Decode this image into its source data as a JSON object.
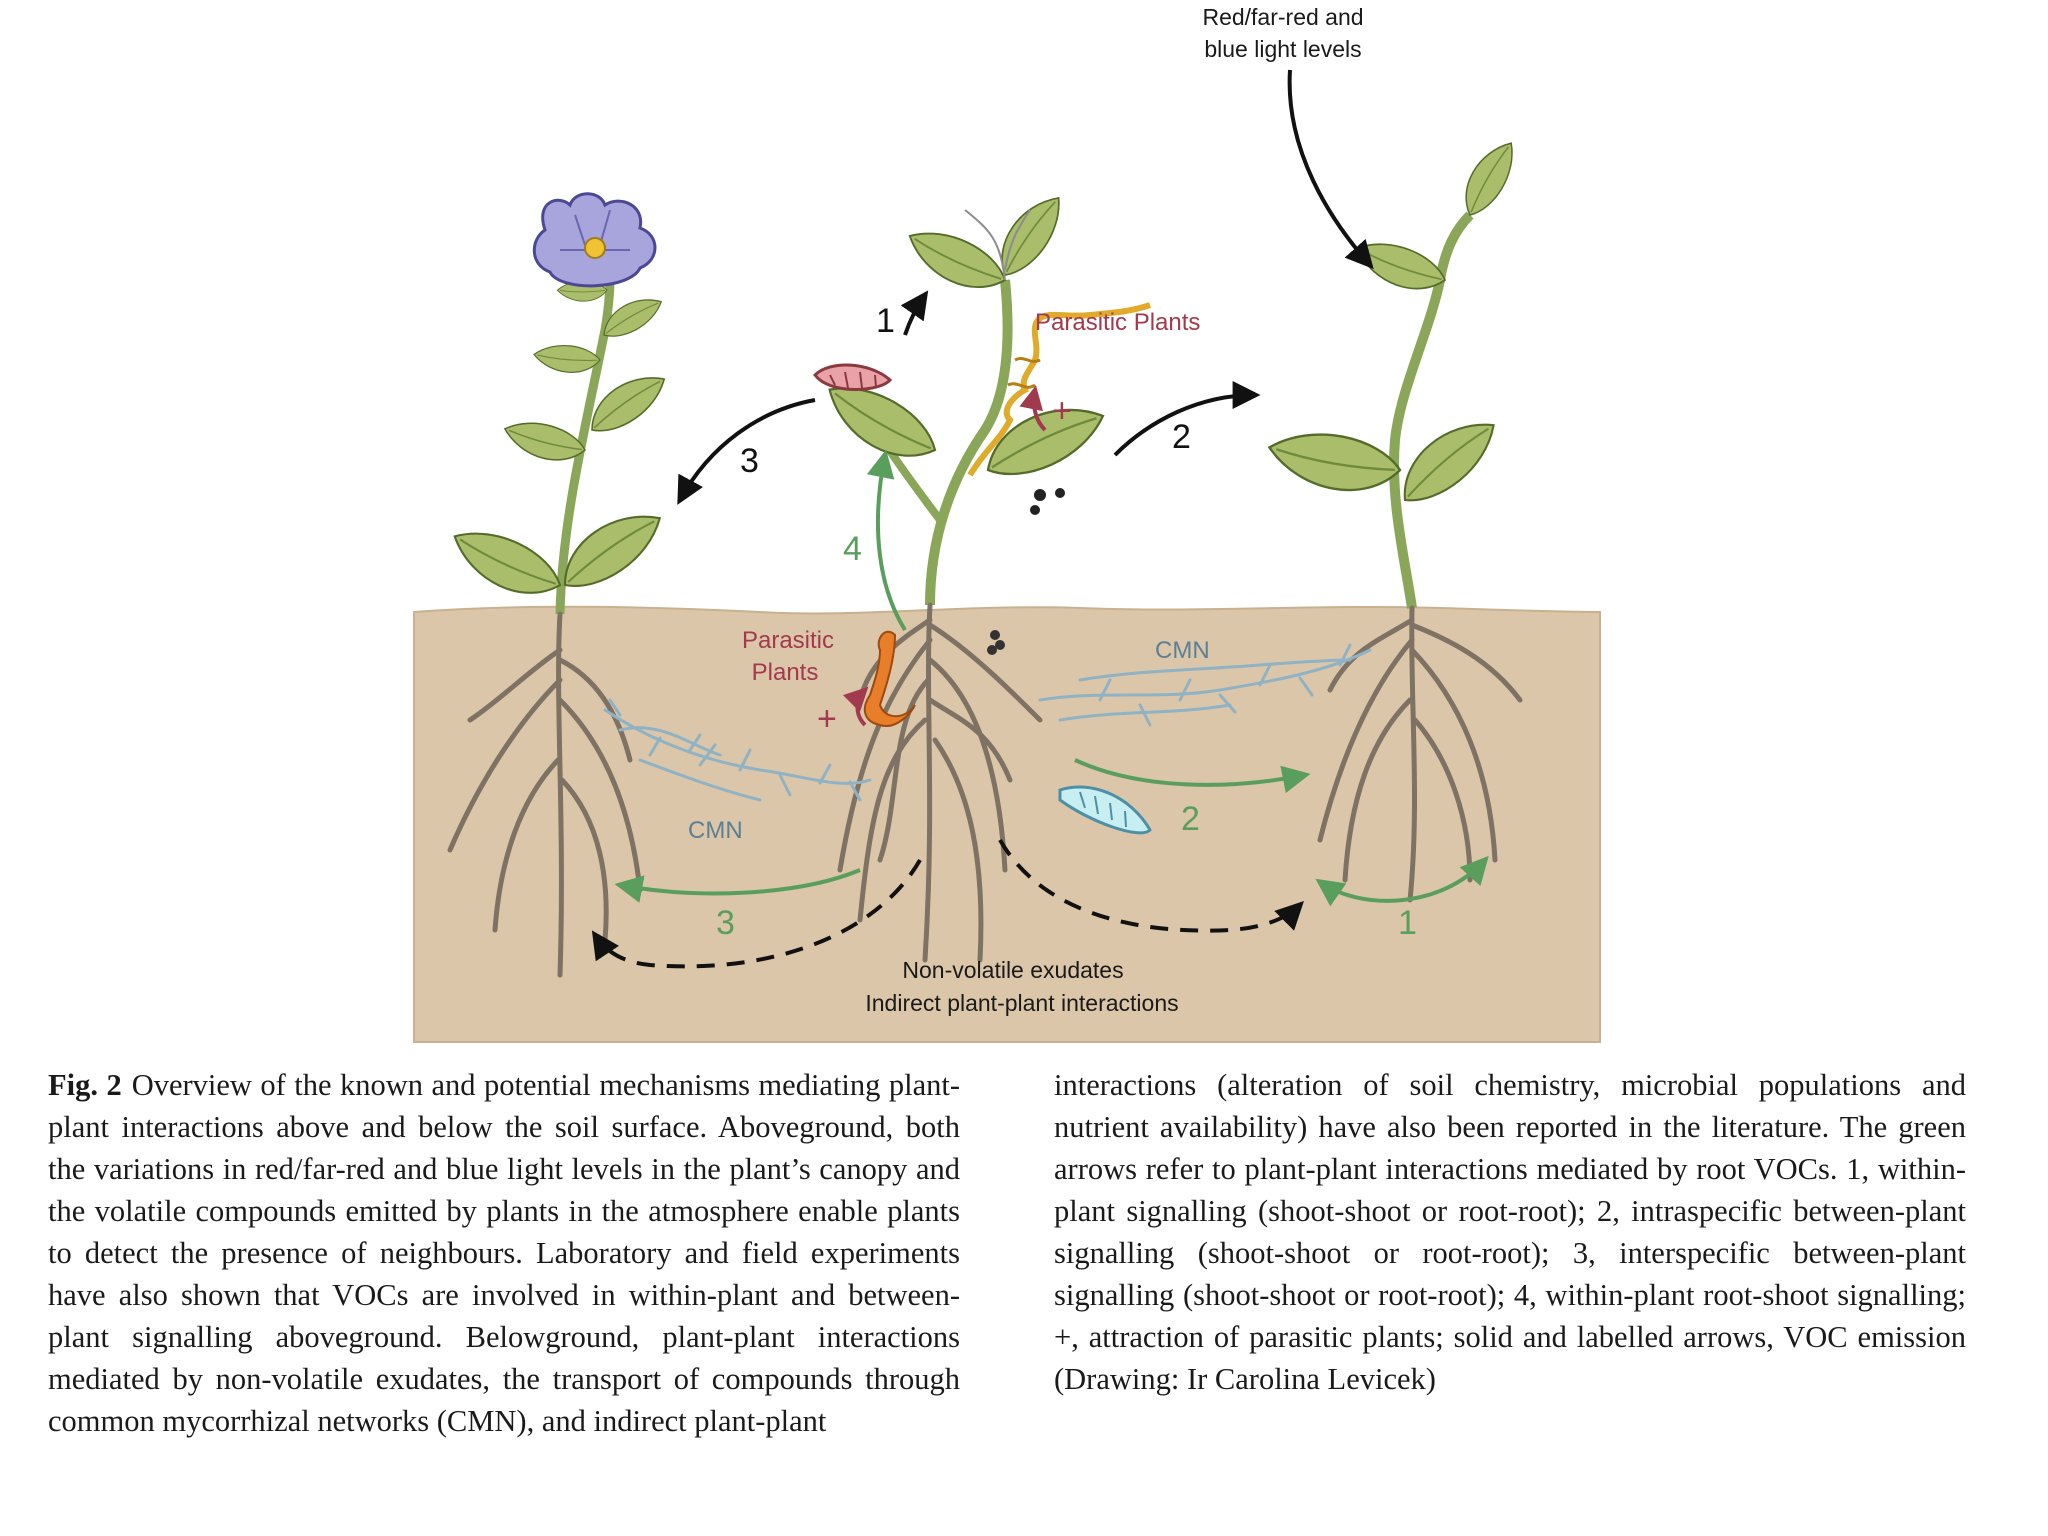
{
  "figure": {
    "labels": {
      "light": [
        "Red/far-red and",
        "blue light levels"
      ],
      "parasitic_above": "Parasitic Plants",
      "parasitic_below": [
        "Parasitic",
        "Plants"
      ],
      "cmn_right": "CMN",
      "cmn_left": "CMN",
      "exudates": [
        "Non-volatile exudates",
        "Indirect plant-plant interactions"
      ],
      "num_1_above": "1",
      "num_2_above": "2",
      "num_3_above": "3",
      "num_4": "4",
      "num_2_below": "2",
      "num_3_below": "3",
      "num_1_below": "1",
      "plus_above": "+",
      "plus_below": "+"
    },
    "colors": {
      "soil": "#dcc6a9",
      "leaf": "#a9bd6a",
      "leaf_dark": "#6f8a3c",
      "stem": "#8aa658",
      "root": "#7e7264",
      "mycorrhiza": "#8fb2c4",
      "green_arrow": "#5a9e5e",
      "black_arrow": "#111111",
      "parasite_label": "#a13a4f",
      "flower": "#a8a4dc",
      "parasite": "#e87e2a",
      "cmn_label": "#5c7f93"
    }
  },
  "caption": {
    "fig_label": "Fig. 2",
    "left_text": "Overview of the known and potential mechanisms mediating plant-plant interactions above and below the soil surface. Aboveground, both the variations in red/far-red and blue light levels in the plant’s canopy and the volatile compounds emitted by plants in the atmosphere enable plants to detect the presence of neighbours. Laboratory and field experiments have also shown that VOCs are involved in within-plant and between-plant signalling aboveground. Belowground, plant-plant interactions mediated by non-volatile exudates, the transport of compounds through common mycorrhizal networks (CMN), and indirect plant-plant",
    "right_text": "interactions (alteration of soil chemistry, microbial populations and nutrient availability) have also been reported in the literature. The green arrows refer to plant-plant interactions mediated by root VOCs. 1, within-plant signalling (shoot-shoot or root-root); 2, intraspecific between-plant signalling (shoot-shoot or root-root); 3, interspecific between-plant signalling (shoot-shoot or root-root); 4, within-plant root-shoot signalling; +, attraction of parasitic plants; solid and labelled arrows, VOC emission (Drawing: Ir Carolina Levicek)"
  }
}
